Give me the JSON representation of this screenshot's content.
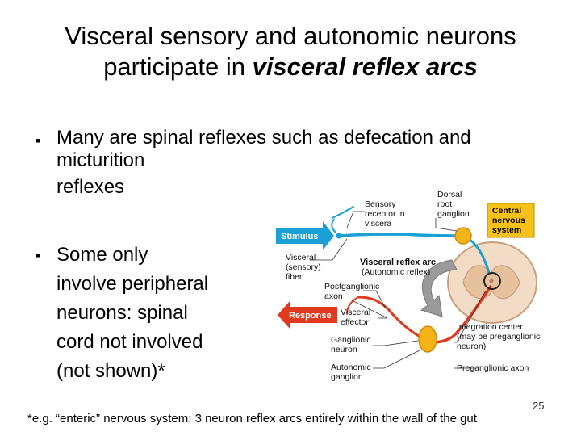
{
  "title": {
    "line1": "Visceral sensory and autonomic neurons",
    "line2_prefix": "participate in ",
    "line2_emphasis": "visceral reflex arcs"
  },
  "bullets": [
    {
      "lines": [
        "Many are spinal reflexes such as defecation  and",
        "micturition",
        "reflexes"
      ]
    },
    {
      "lines": [
        "Some only",
        "involve peripheral",
        "neurons: spinal",
        "cord not involved",
        "(not shown)*"
      ]
    }
  ],
  "slide_number": "25",
  "footnote": "*e.g. “enteric” nervous system: 3 neuron reflex arcs entirely within the wall of the gut",
  "diagram": {
    "labels": {
      "sensory_receptor": [
        "Sensory",
        "receptor in",
        "viscera"
      ],
      "dorsal_root_ganglion": [
        "Dorsal",
        "root",
        "ganglion"
      ],
      "cns": [
        "Central",
        "nervous",
        "system"
      ],
      "stimulus": "Stimulus",
      "visceral_fiber": [
        "Visceral",
        "(sensory)",
        "fiber"
      ],
      "reflex_arc_title": "Visceral reflex arc",
      "reflex_arc_sub": "(Autonomic reflex)",
      "postganglionic_axon": [
        "Postganglionic",
        "axon"
      ],
      "response": "Response",
      "visceral_effector": [
        "Visceral",
        "effector"
      ],
      "ganglionic_neuron": [
        "Ganglionic",
        "neuron"
      ],
      "integration_center": [
        "Integration center",
        "(may be preganglionic",
        "neuron)"
      ],
      "autonomic_ganglion": [
        "Autonomic",
        "ganglion"
      ],
      "preganglionic_axon": "Preganglionic axon"
    },
    "colors": {
      "sensory": "#1a9fd6",
      "motor": "#e03a1e",
      "ganglion": "#f6b318",
      "cns_box": "#f6c21a",
      "arrow_gray": "#8c8c8c"
    }
  }
}
